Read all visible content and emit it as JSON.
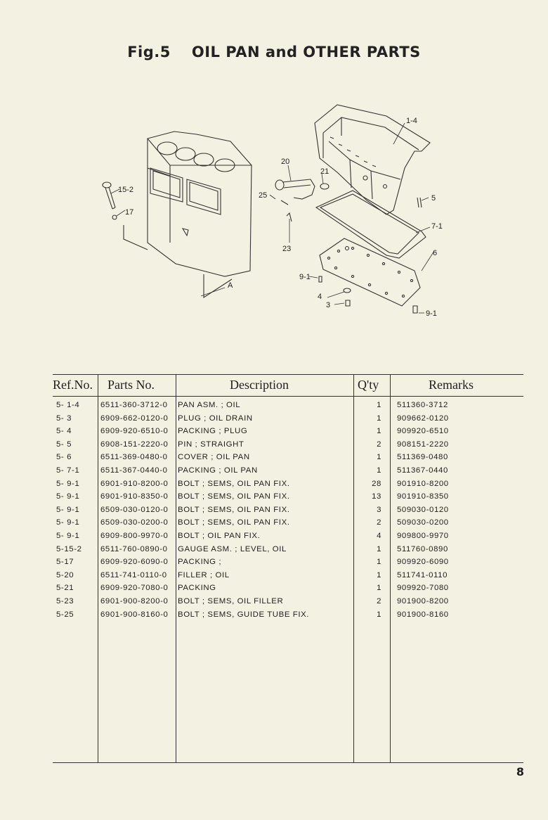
{
  "header": {
    "fig_label": "Fig.5",
    "title": "OIL PAN and OTHER PARTS"
  },
  "diagram": {
    "callouts": [
      "1-4",
      "20",
      "21",
      "25",
      "15-2",
      "17",
      "5",
      "7-1",
      "6",
      "23",
      "9-1",
      "4",
      "3",
      "9-1",
      "A"
    ]
  },
  "table": {
    "columns": [
      "Ref.No.",
      "Parts No.",
      "Description",
      "Q'ty",
      "Remarks"
    ],
    "rows": [
      {
        "ref": "5- 1-4",
        "part": "6511-360-3712-0",
        "desc": "PAN ASM. ; OIL",
        "qty": "1",
        "remarks": "511360-3712"
      },
      {
        "ref": "5- 3",
        "part": "6909-662-0120-0",
        "desc": "PLUG ; OIL DRAIN",
        "qty": "1",
        "remarks": "909662-0120"
      },
      {
        "ref": "5- 4",
        "part": "6909-920-6510-0",
        "desc": "PACKING ; PLUG",
        "qty": "1",
        "remarks": "909920-6510"
      },
      {
        "ref": "5- 5",
        "part": "6908-151-2220-0",
        "desc": "PIN ; STRAIGHT",
        "qty": "2",
        "remarks": "908151-2220"
      },
      {
        "ref": "5- 6",
        "part": "6511-369-0480-0",
        "desc": "COVER ; OIL PAN",
        "qty": "1",
        "remarks": "511369-0480"
      },
      {
        "ref": "5- 7-1",
        "part": "6511-367-0440-0",
        "desc": "PACKING ; OIL PAN",
        "qty": "1",
        "remarks": "511367-0440"
      },
      {
        "ref": "5- 9-1",
        "part": "6901-910-8200-0",
        "desc": "BOLT ; SEMS, OIL PAN FIX.",
        "qty": "28",
        "remarks": "901910-8200"
      },
      {
        "ref": "5- 9-1",
        "part": "6901-910-8350-0",
        "desc": "BOLT ; SEMS, OIL PAN FIX.",
        "qty": "13",
        "remarks": "901910-8350"
      },
      {
        "ref": "5- 9-1",
        "part": "6509-030-0120-0",
        "desc": "BOLT ; SEMS, OIL PAN FIX.",
        "qty": "3",
        "remarks": "509030-0120"
      },
      {
        "ref": "5- 9-1",
        "part": "6509-030-0200-0",
        "desc": "BOLT ; SEMS, OIL PAN FIX.",
        "qty": "2",
        "remarks": "509030-0200"
      },
      {
        "ref": "5- 9-1",
        "part": "6909-800-9970-0",
        "desc": "BOLT ; OIL PAN FIX.",
        "qty": "4",
        "remarks": "909800-9970"
      },
      {
        "ref": "5-15-2",
        "part": "6511-760-0890-0",
        "desc": "GAUGE ASM. ; LEVEL, OIL",
        "qty": "1",
        "remarks": "511760-0890"
      },
      {
        "ref": "5-17",
        "part": "6909-920-6090-0",
        "desc": "PACKING ;",
        "qty": "1",
        "remarks": "909920-6090"
      },
      {
        "ref": "5-20",
        "part": "6511-741-0110-0",
        "desc": "FILLER ; OIL",
        "qty": "1",
        "remarks": "511741-0110"
      },
      {
        "ref": "5-21",
        "part": "6909-920-7080-0",
        "desc": "PACKING",
        "qty": "1",
        "remarks": "909920-7080"
      },
      {
        "ref": "5-23",
        "part": "6901-900-8200-0",
        "desc": "BOLT ; SEMS, OIL FILLER",
        "qty": "2",
        "remarks": "901900-8200"
      },
      {
        "ref": "5-25",
        "part": "6901-900-8160-0",
        "desc": "BOLT ; SEMS, GUIDE TUBE FIX.",
        "qty": "1",
        "remarks": "901900-8160"
      }
    ]
  },
  "page_number": "8"
}
